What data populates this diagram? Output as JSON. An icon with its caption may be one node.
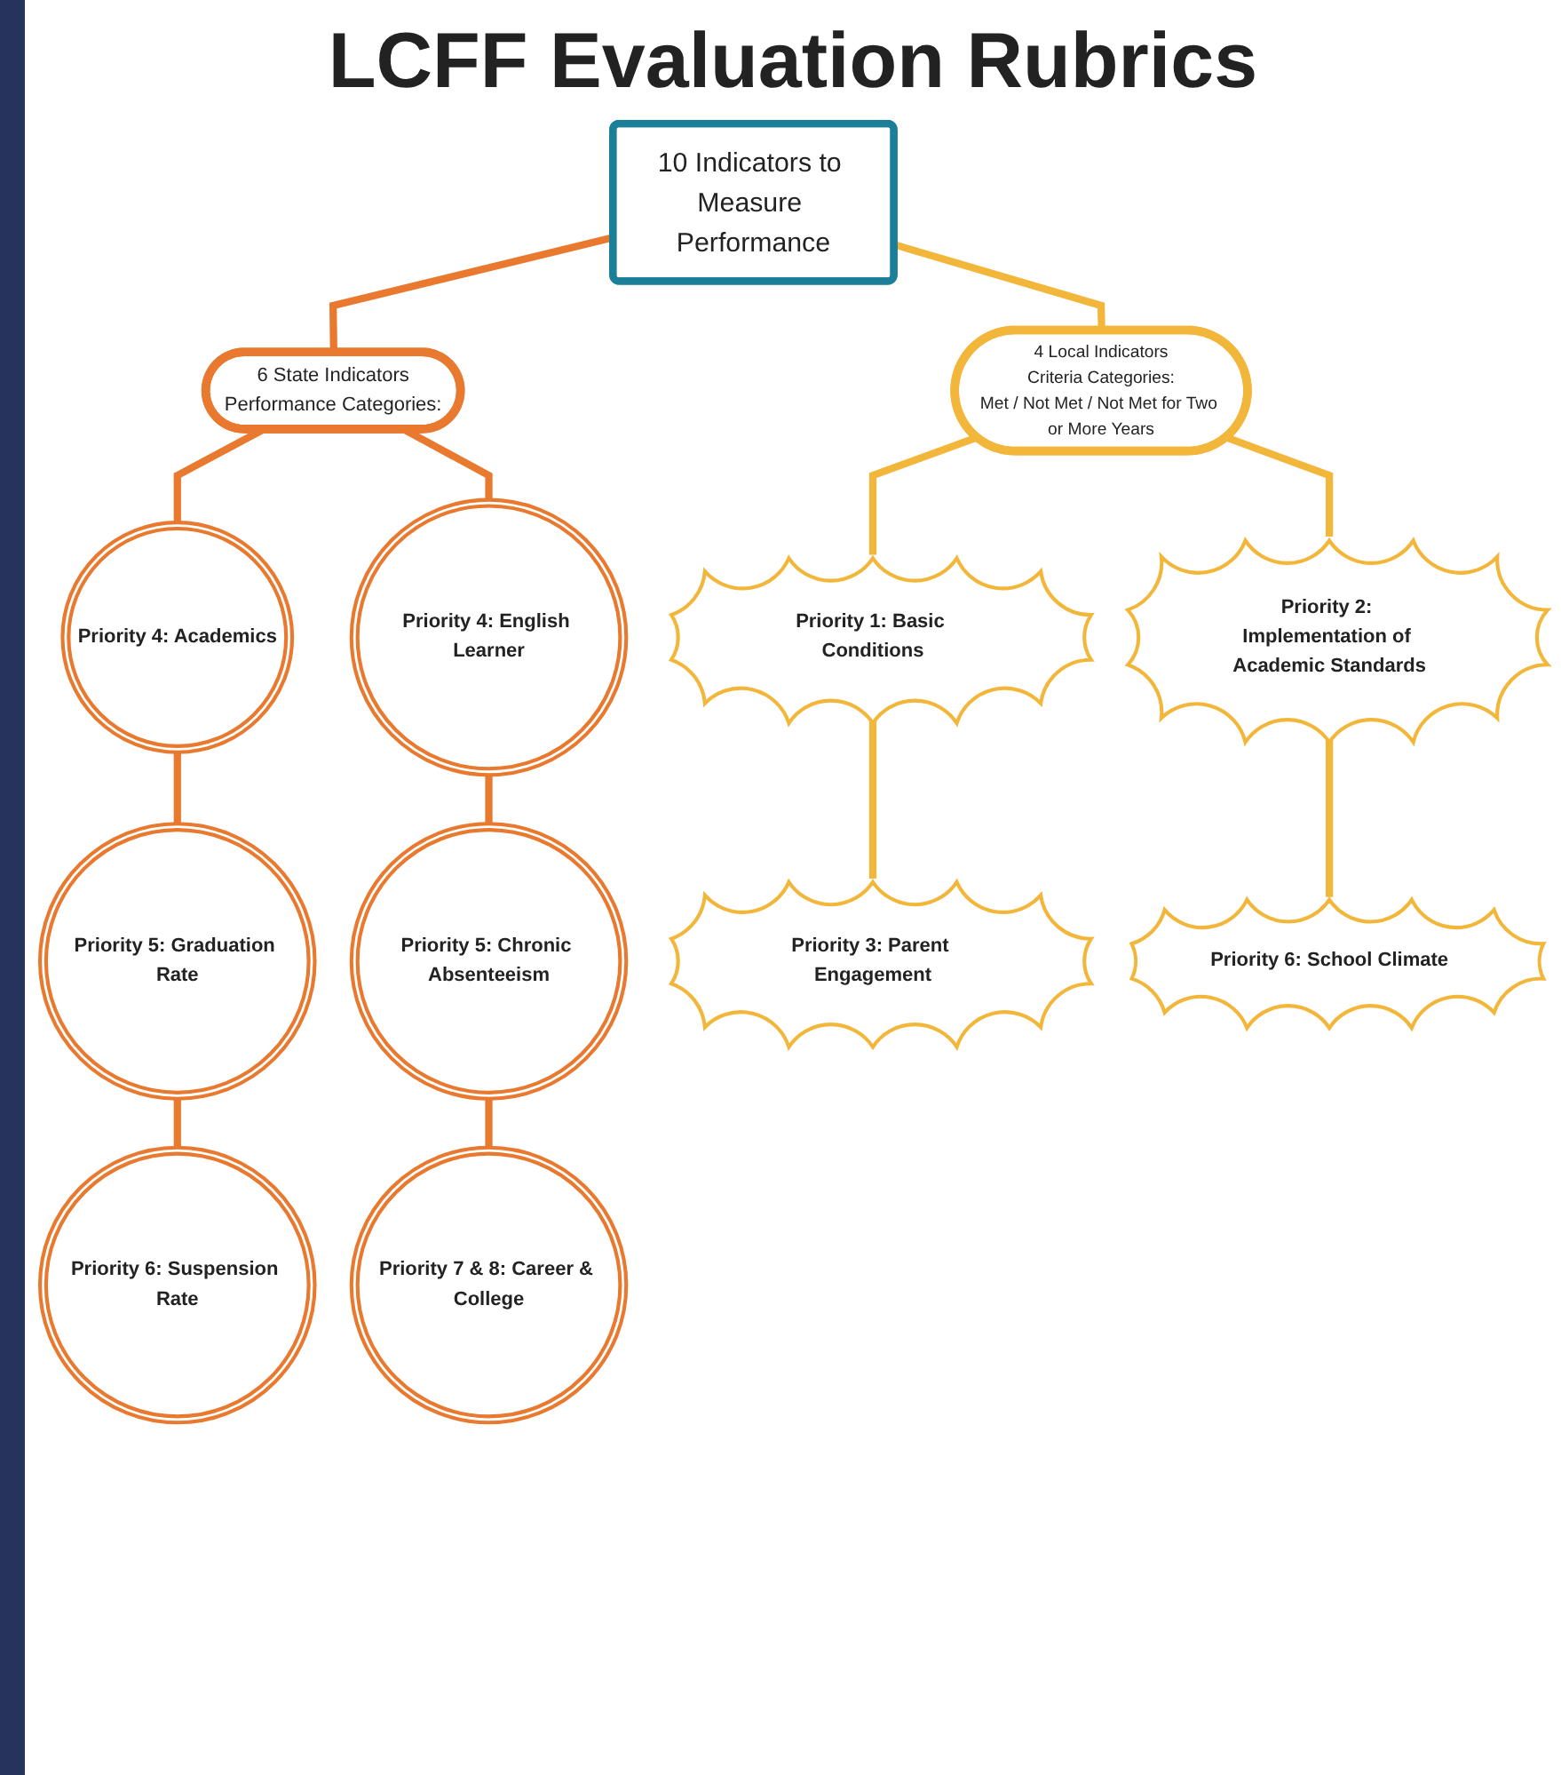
{
  "diagram": {
    "title": "LCFF Evaluation Rubrics",
    "nodes": [
      {
        "text": [
          "10 Indicators to Measure Performance"
        ]
      },
      {
        "text": [
          "6 State Indicators",
          "Performance Categories:"
        ]
      },
      {
        "text": [
          "4 Local Indicators",
          "Criteria Categories:",
          "Met / Not Met / Not Met for Two or More Years"
        ]
      },
      {
        "text": [
          "Priority 4: Academics"
        ]
      },
      {
        "text": [
          "Priority 4: English Learner"
        ]
      },
      {
        "text": [
          "Priority 1: Basic Conditions"
        ]
      },
      {
        "text": [
          "Priority 2: Implementation of Academic Standards"
        ]
      },
      {
        "text": [
          "Priority 5: Graduation Rate"
        ]
      },
      {
        "text": [
          "Priority 5: Chronic Absenteeism"
        ]
      },
      {
        "text": [
          "Priority 3: Parent Engagement"
        ]
      },
      {
        "text": [
          "Priority 6: Suspension Rate"
        ]
      },
      {
        "text": [
          "Priority 7 & 8: Career & College"
        ]
      },
      {
        "text": [
          "Priority 6: School Climate"
        ]
      }
    ],
    "edges": [
      {
        "from": 0,
        "to": 1,
        "arrow": "none"
      },
      {
        "from": 0,
        "to": 2,
        "arrow": "none",
        "color": "#f2b63a"
      },
      {
        "from": 1,
        "to": 3,
        "arrow": "none"
      },
      {
        "from": 1,
        "to": 4,
        "arrow": "none"
      },
      {
        "from": 3,
        "to": 7,
        "arrow": "none"
      },
      {
        "from": 4,
        "to": 8,
        "arrow": "none"
      },
      {
        "from": 7,
        "to": 10,
        "arrow": "none"
      },
      {
        "from": 8,
        "to": 11,
        "arrow": "none"
      },
      {
        "from": 2,
        "to": 5,
        "arrow": "none",
        "color": "#f2b63a"
      },
      {
        "from": 2,
        "to": 6,
        "arrow": "none",
        "color": "#f2b63a"
      },
      {
        "from": 5,
        "to": 9,
        "arrow": "none",
        "color": "#f2b63a"
      },
      {
        "from": 6,
        "to": 12,
        "arrow": "none",
        "color": "#f2b63a"
      }
    ]
  }
}
